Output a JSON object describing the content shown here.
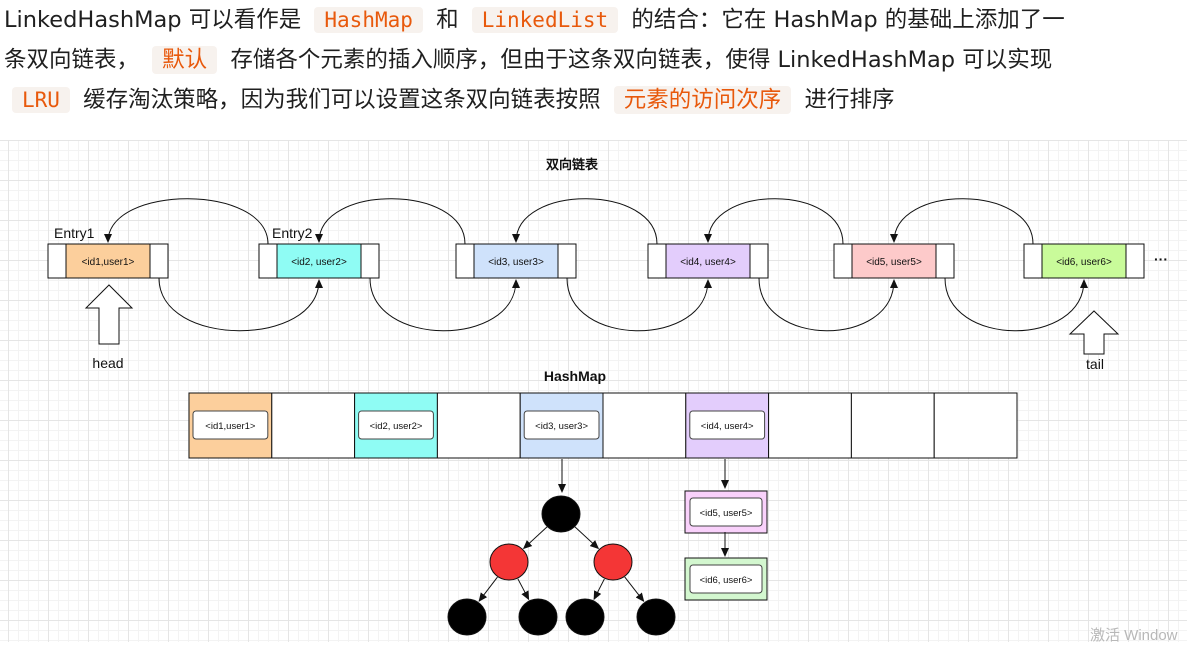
{
  "paragraph": {
    "line1_a": "LinkedHashMap 可以看作是",
    "code1": "HashMap",
    "line1_b": "和",
    "code2": "LinkedList",
    "line1_c": "的结合：它在 HashMap 的基础上添加了一",
    "line2_a": "条双向链表，",
    "hl1": "默认",
    "line2_b": "存储各个元素的插入顺序，但由于这条双向链表，使得 LinkedHashMap 可以实现",
    "code3": "LRU",
    "line3_a": "缓存淘汰策略，因为我们可以设置这条双向链表按照",
    "hl2": "元素的访问次序",
    "line3_b": "进行排序"
  },
  "diagram": {
    "list_title": "双向链表",
    "map_title": "HashMap",
    "entry1_label": "Entry1",
    "entry2_label": "Entry2",
    "head_label": "head",
    "tail_label": "tail",
    "ellipsis": "···",
    "list_nodes": [
      {
        "label": "<id1,user1>",
        "color": "#fccf9c"
      },
      {
        "label": "<id2, user2>",
        "color": "#8ffcf4"
      },
      {
        "label": "<id3, user3>",
        "color": "#cfe2fb"
      },
      {
        "label": "<id4, user4>",
        "color": "#e3cdfc"
      },
      {
        "label": "<id5, user5>",
        "color": "#fdcaca"
      },
      {
        "label": "<id6, user6>",
        "color": "#c9fb9a"
      }
    ],
    "buckets": [
      {
        "label": "<id1,user1>",
        "color": "#fccf9c"
      },
      {
        "label": "",
        "color": "#ffffff"
      },
      {
        "label": "<id2, user2>",
        "color": "#8ffcf4"
      },
      {
        "label": "",
        "color": "#ffffff"
      },
      {
        "label": "<id3, user3>",
        "color": "#cfe2fb"
      },
      {
        "label": "",
        "color": "#ffffff"
      },
      {
        "label": "<id4, user4>",
        "color": "#e3cdfc"
      },
      {
        "label": "",
        "color": "#ffffff"
      },
      {
        "label": "",
        "color": "#ffffff"
      },
      {
        "label": "",
        "color": "#ffffff"
      }
    ],
    "chain": [
      {
        "label": "<id5, user5>",
        "color": "#f9d1fb"
      },
      {
        "label": "<id6, user6>",
        "color": "#d3f7cf"
      }
    ],
    "tree_colors": {
      "black": "#000000",
      "red": "#f43636"
    }
  },
  "watermark": "激活 Window"
}
